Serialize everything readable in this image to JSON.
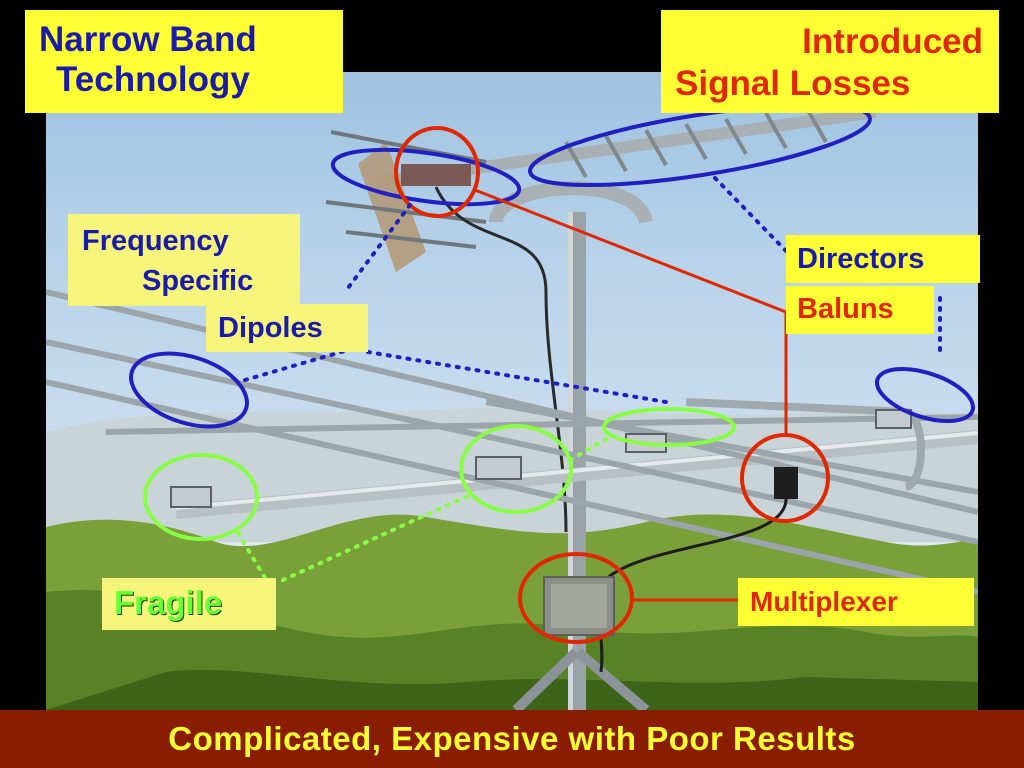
{
  "labels": {
    "narrow_band_line1": "Narrow Band",
    "narrow_band_line2": "Technology",
    "introduced_line1": "Introduced",
    "introduced_line2": "Signal Losses",
    "frequency_line1": "Frequency",
    "frequency_line2": "Specific",
    "dipoles": "Dipoles",
    "directors": "Directors",
    "baluns": "Baluns",
    "fragile": "Fragile",
    "multiplexer": "Multiplexer",
    "bottom_caption": "Complicated, Expensive with Poor Results"
  },
  "colors": {
    "background": "#000000",
    "label_yellow": "#ffff33",
    "label_blue_text": "#1b1baa",
    "label_red_text": "#e02800",
    "fragile_green": "#66ff33",
    "bottom_bar": "#8a1c00",
    "bottom_text": "#ffff33",
    "ellipse_blue": "#2020c0",
    "ellipse_red": "#e02800",
    "ellipse_green": "#88ff44"
  }
}
